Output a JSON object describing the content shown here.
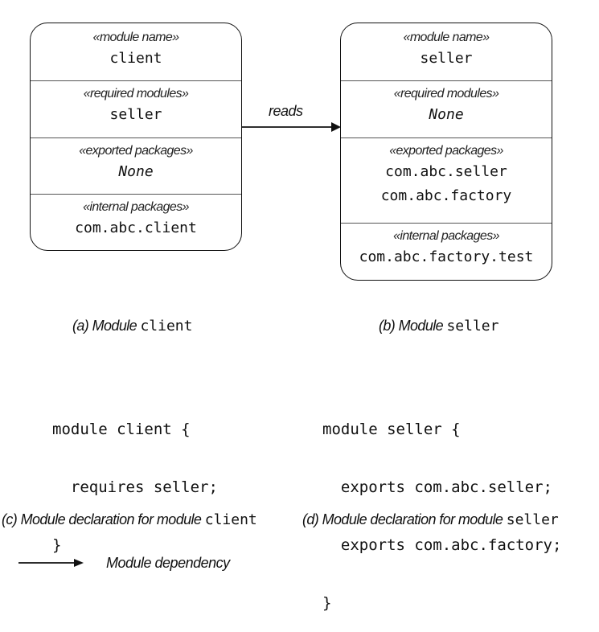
{
  "client_module": {
    "name_label": "«module name»",
    "name": "client",
    "required_label": "«required modules»",
    "required": [
      "seller"
    ],
    "exported_label": "«exported packages»",
    "exported": [
      "None"
    ],
    "internal_label": "«internal packages»",
    "internal": [
      "com.abc.client"
    ]
  },
  "seller_module": {
    "name_label": "«module name»",
    "name": "seller",
    "required_label": "«required modules»",
    "required": [
      "None"
    ],
    "exported_label": "«exported packages»",
    "exported": [
      "com.abc.seller",
      "com.abc.factory"
    ],
    "internal_label": "«internal packages»",
    "internal": [
      "com.abc.factory.test"
    ]
  },
  "dependency_arrow": {
    "label": "reads"
  },
  "captions": {
    "a": {
      "prefix": "(a) Module ",
      "code": "client"
    },
    "b": {
      "prefix": "(b) Module ",
      "code": "seller"
    },
    "c": {
      "prefix": "(c) Module declaration for module ",
      "code": "client"
    },
    "d": {
      "prefix": "(d) Module declaration for module ",
      "code": "seller"
    }
  },
  "client_declaration": {
    "lines": [
      "module client {",
      "  requires seller;",
      "}"
    ]
  },
  "seller_declaration": {
    "lines": [
      "module seller {",
      "  exports com.abc.seller;",
      "  exports com.abc.factory;",
      "}"
    ]
  },
  "legend": {
    "label": "Module dependency"
  }
}
